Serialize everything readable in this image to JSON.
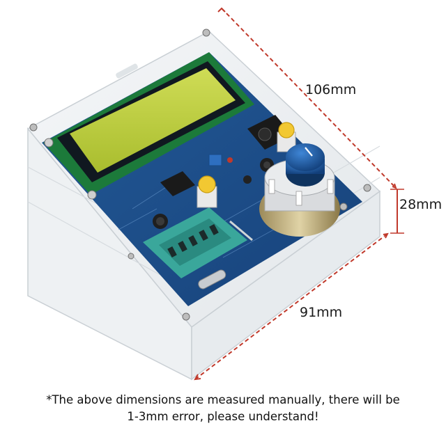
{
  "product": {
    "description_lines": []
  },
  "dimensions": {
    "length": "106mm",
    "height": "28mm",
    "width": "91mm"
  },
  "disclaimer": {
    "line1": "*The above dimensions are measured manually, there will be",
    "line2": "1-3mm error, please understand!"
  },
  "colors": {
    "dimension_line": "#c0392b",
    "pcb": "#1d4f8a",
    "lcd_screen": "#b8cc3a",
    "lcd_frame": "#1c7a3a",
    "zif_socket": "#3aa79b",
    "knob": "#1b5fb0",
    "button_cap": "#f2c832"
  }
}
